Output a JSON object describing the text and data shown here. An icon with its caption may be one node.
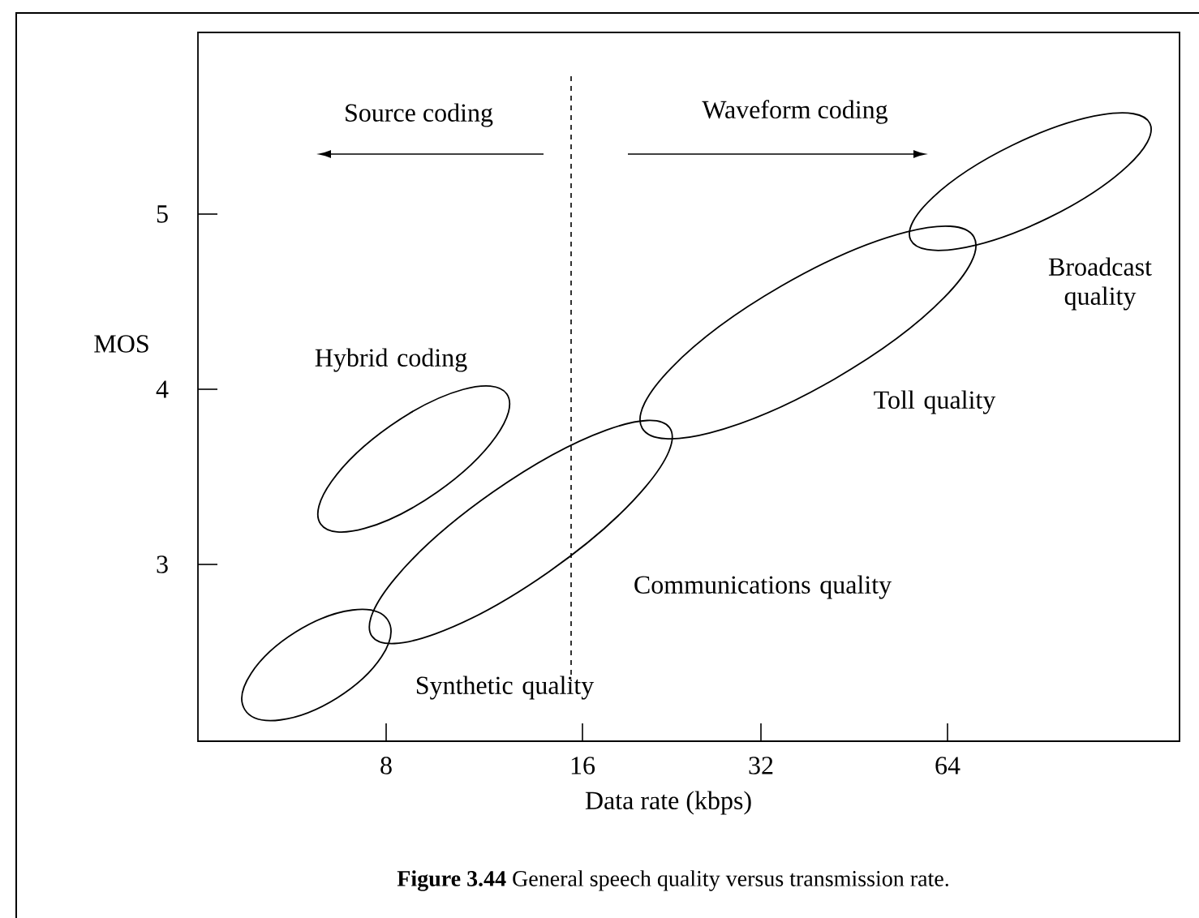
{
  "diagram": {
    "caption": "**Figure 3.44**  General speech quality versus transmission rate.",
    "nodes": [
      {
        "text": [],
        "shape": "ellipse",
        "beside": [
          "Broadcast quality"
        ]
      },
      {
        "text": [],
        "shape": "ellipse",
        "beside": [
          "Toll quality"
        ]
      },
      {
        "text": [],
        "shape": "ellipse",
        "beside": [
          "Hybrid coding"
        ]
      },
      {
        "text": [],
        "shape": "ellipse",
        "beside": [
          "Communications quality"
        ]
      },
      {
        "text": [],
        "shape": "ellipse",
        "beside": [
          "Synthetic quality"
        ]
      }
    ],
    "labels": [
      "Source coding",
      "Waveform coding",
      "5",
      "MOS",
      "4",
      "3",
      "8",
      "16",
      "32",
      "64",
      "Data rate (kbps)"
    ]
  }
}
